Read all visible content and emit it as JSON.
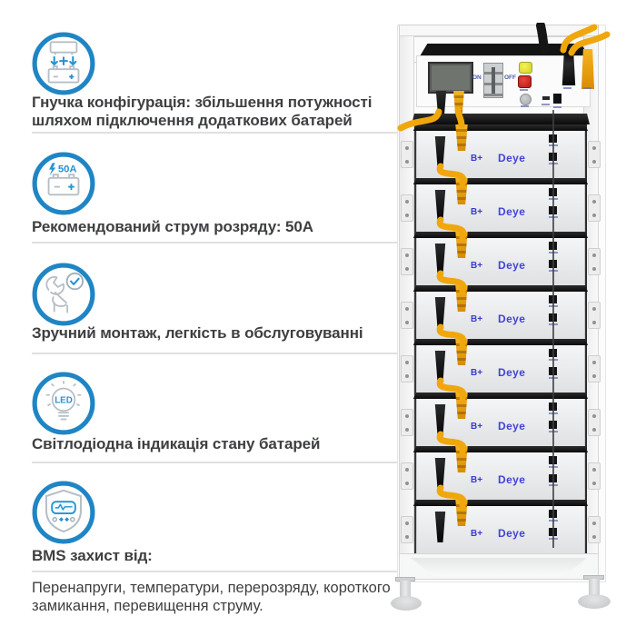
{
  "features": [
    {
      "icon": "battery-stack-add-icon",
      "text": "Гнучка конфігурація: збільшення потужності шляхом підключення додаткових батарей"
    },
    {
      "icon": "battery-discharge-icon",
      "badge": "50A",
      "text": "Рекомендований струм розряду: 50A"
    },
    {
      "icon": "easy-install-icon",
      "text": "Зручний монтаж, легкість в обслуговуванні"
    },
    {
      "icon": "led-indicator-icon",
      "badge": "LED",
      "text": "Світлодіодна індикація стану батарей"
    },
    {
      "icon": "bms-shield-icon",
      "text": "BMS захист від:"
    }
  ],
  "footnote": "Перенапруги, температури, перерозряду, короткого замикання, перевищення струму.",
  "rack": {
    "control_unit": {
      "on_label": "ON",
      "off_label": "OFF"
    },
    "modules": [
      {
        "plus_label": "B+",
        "brand": "Deye"
      },
      {
        "plus_label": "B+",
        "brand": "Deye"
      },
      {
        "plus_label": "B+",
        "brand": "Deye"
      },
      {
        "plus_label": "B+",
        "brand": "Deye"
      },
      {
        "plus_label": "B+",
        "brand": "Deye"
      },
      {
        "plus_label": "B+",
        "brand": "Deye"
      },
      {
        "plus_label": "B+",
        "brand": "Deye"
      },
      {
        "plus_label": "B+",
        "brand": "Deye"
      }
    ]
  },
  "colors": {
    "accent_blue": "#1f85c4",
    "icon_stroke": "#b6bfc6",
    "brand_text": "#4343d6",
    "cable_orange": "#f0a70c",
    "text_dark": "#3e3f41"
  }
}
